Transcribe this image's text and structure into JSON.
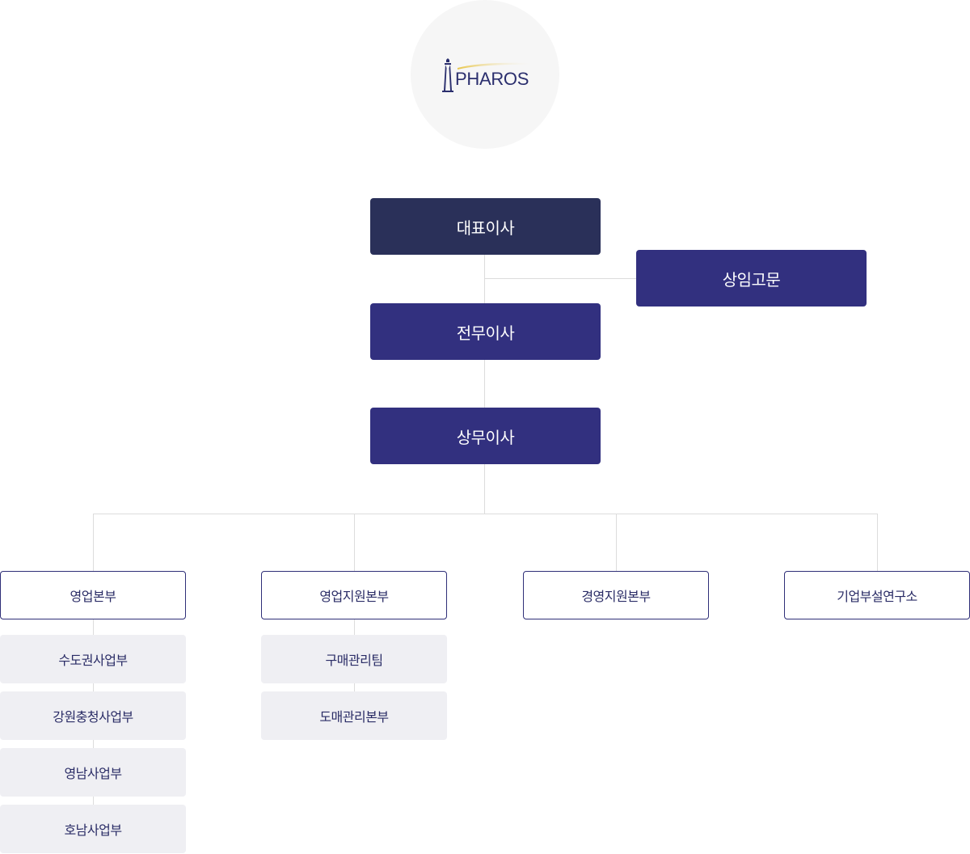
{
  "logo": {
    "brand_text": "PHAROS",
    "mark_icon": "lighthouse-icon"
  },
  "colors": {
    "ceo_box": "#2a3059",
    "exec_box": "#32307f",
    "division_border": "#2f2f78",
    "unit_bg": "#efeff3",
    "connector": "#dcdcdc",
    "logo_accent": "#e8c64a"
  },
  "executives": {
    "ceo": "대표이사",
    "advisor": "상임고문",
    "managing_director": "전무이사",
    "executive_director": "상무이사"
  },
  "divisions": [
    {
      "label": "영업본부",
      "units": [
        "수도권사업부",
        "강원충청사업부",
        "영남사업부",
        "호남사업부"
      ]
    },
    {
      "label": "영업지원본부",
      "units": [
        "구매관리팀",
        "도매관리본부"
      ]
    },
    {
      "label": "경영지원본부",
      "units": []
    },
    {
      "label": "기업부설연구소",
      "units": []
    }
  ]
}
